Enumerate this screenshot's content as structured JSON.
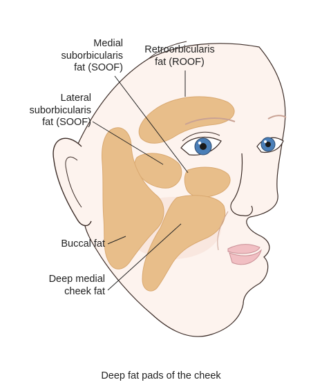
{
  "labels": {
    "medial_soof": [
      "Medial",
      "suborbicularis",
      "fat (SOOF)"
    ],
    "roof": [
      "Retroorbicularis",
      "fat (ROOF)"
    ],
    "lateral_soof": [
      "Lateral",
      "suborbicularis",
      "fat (SOOF)"
    ],
    "buccal_fat": "Buccal fat",
    "deep_medial_cheek_fat": [
      "Deep medial",
      "cheek fat"
    ]
  },
  "caption": "Deep fat pads of the cheek",
  "colors": {
    "skin": "#fdf3ee",
    "skin_shadow": "#f4ddd4",
    "fat_pad": "#e8be8a",
    "fat_pad_edge": "#d9a870",
    "outline": "#3a2a25",
    "iris": "#4a7fb8",
    "lips": "#f1bfc3",
    "leader_line": "#222222"
  }
}
